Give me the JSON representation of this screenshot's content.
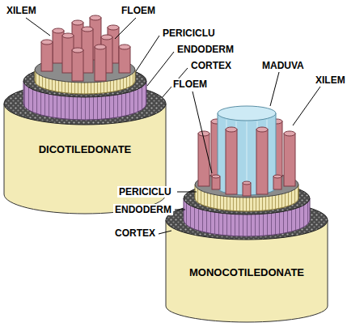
{
  "diagram": {
    "nodes": [
      {
        "text": [
          "DICOTILEDONATE"
        ]
      },
      {
        "text": [
          "MONOCOTILEDONATE"
        ]
      }
    ],
    "labels": [
      "XILEM",
      "FLOEM",
      "PERICICLU",
      "ENDODERM",
      "CORTEX",
      "MADUVA",
      "XILEM",
      "FLOEM",
      "PERICICLU",
      "ENDODERM",
      "CORTEX"
    ]
  }
}
